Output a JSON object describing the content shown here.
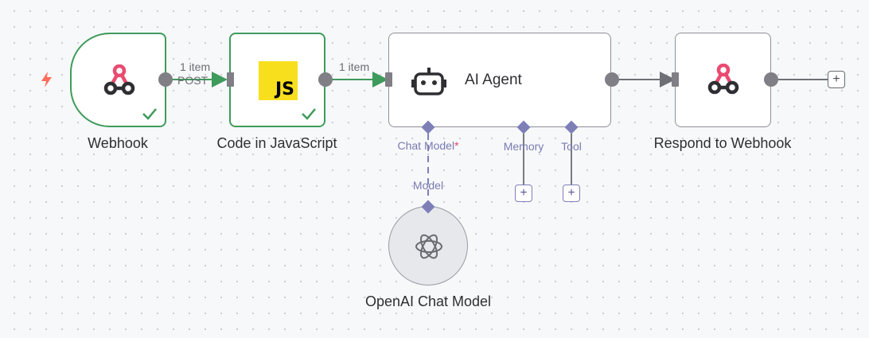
{
  "canvas": {
    "trigger_icon": "lightning-bolt-icon",
    "accent_trigger": "#ff6d5a"
  },
  "edges": {
    "webhook_to_code": {
      "count": "1 item",
      "branch": "POST"
    },
    "code_to_agent": {
      "count": "1 item"
    }
  },
  "nodes": {
    "webhook": {
      "label": "Webhook",
      "icon": "webhook-icon",
      "status": "success"
    },
    "code": {
      "label": "Code in JavaScript",
      "icon_text": "JS",
      "status": "success"
    },
    "agent": {
      "label": "AI Agent",
      "icon": "robot-icon",
      "ports": {
        "chat_model": "Chat Model",
        "chat_model_required": "*",
        "memory": "Memory",
        "tool": "Tool"
      }
    },
    "respond": {
      "label": "Respond to Webhook",
      "icon": "webhook-icon"
    },
    "openai": {
      "label": "OpenAI Chat Model",
      "icon": "openai-icon",
      "port_label": "Model"
    }
  },
  "buttons": {
    "add_symbol": "+"
  },
  "colors": {
    "success": "#3e9b5b",
    "sub_port": "#7f7fb8",
    "js_yellow": "#f7df1e",
    "webhook_red": "#ea4b71"
  }
}
